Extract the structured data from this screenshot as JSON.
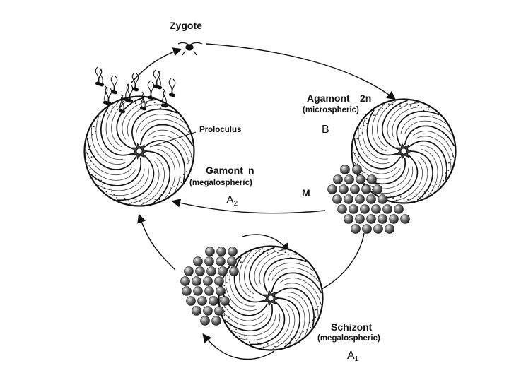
{
  "labels": {
    "zygote": "Zygote",
    "agamont": "Agamont",
    "agamont_ploidy": "2n",
    "agamont_type": "(microspheric)",
    "agamont_letter": "B",
    "proloculus": "Proloculus",
    "gamont": "Gamont",
    "gamont_ploidy": "n",
    "gamont_type": "(megalospheric)",
    "gamont_letter": "A",
    "gamont_letter_sub": "2",
    "meiosis_letter": "M",
    "schizont": "Schizont",
    "schizont_type": "(megalospheric)",
    "schizont_letter": "A",
    "schizont_letter_sub": "1"
  },
  "figures": [
    {
      "name": "gamont-test",
      "depicts": "foraminifera-shell"
    },
    {
      "name": "agamont-test",
      "depicts": "foraminifera-shell"
    },
    {
      "name": "schizont-test",
      "depicts": "foraminifera-shell"
    },
    {
      "name": "gametes-cluster",
      "depicts": "flagellated-gametes"
    },
    {
      "name": "meiosis-embryos",
      "depicts": "embryo-spheres"
    },
    {
      "name": "schizont-embryos",
      "depicts": "embryo-spheres"
    }
  ],
  "colors": {
    "ink": "#111111",
    "background": "#ffffff"
  }
}
